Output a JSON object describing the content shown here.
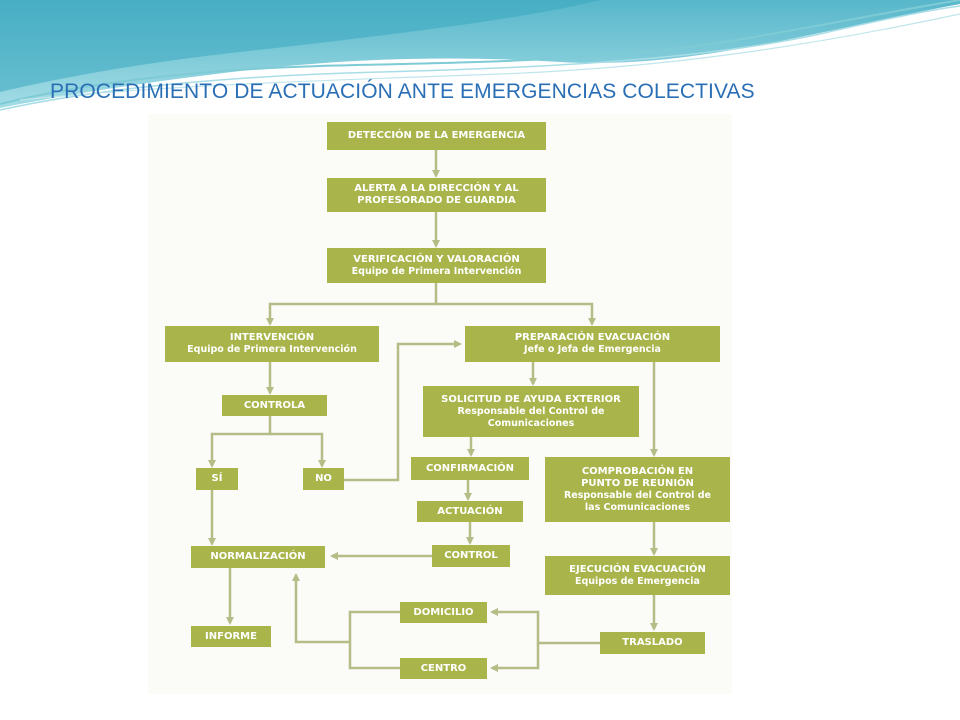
{
  "slide": {
    "title": "PROCEDIMIENTO DE ACTUACIÓN ANTE EMERGENCIAS COLECTIVAS",
    "colors": {
      "title": "#2a6fb5",
      "node_fill": "#a9b54b",
      "connector": "#b5bc86",
      "wave_primary": "#7ecbd6",
      "wave_secondary": "#a9dde6"
    }
  },
  "flowchart": {
    "nodes": {
      "deteccion": {
        "line1": "DETECCIÓN DE LA EMERGENCIA"
      },
      "alerta": {
        "line1": "ALERTA A LA DIRECCIÓN Y AL",
        "line2": "PROFESORADO DE GUARDIA"
      },
      "verificacion": {
        "line1": "VERIFICACIÓN Y VALORACIÓN",
        "line2": "Equipo de Primera Intervención"
      },
      "intervencion": {
        "line1": "INTERVENCIÓN",
        "line2": "Equipo de Primera Intervención"
      },
      "preparacion": {
        "line1": "PREPARACIÓN EVACUACIÓN",
        "line2": "Jefe o Jefa de Emergencia"
      },
      "controla": {
        "line1": "CONTROLA"
      },
      "solicitud": {
        "line1": "SOLICITUD DE AYUDA EXTERIOR",
        "line2": "Responsable del Control de",
        "line3": "Comunicaciones"
      },
      "si": {
        "line1": "SÍ"
      },
      "no": {
        "line1": "NO"
      },
      "confirmacion": {
        "line1": "CONFIRMACIÓN"
      },
      "comprobacion": {
        "line1": "COMPROBACIÓN EN",
        "line2": "PUNTO DE REUNIÓN",
        "line3": "Responsable del Control de",
        "line4": "las Comunicaciones"
      },
      "actuacion": {
        "line1": "ACTUACIÓN"
      },
      "normalizacion": {
        "line1": "NORMALIZACIÓN"
      },
      "control": {
        "line1": "CONTROL"
      },
      "ejecucion": {
        "line1": "EJECUCIÓN EVACUACIÓN",
        "line2": "Equipos de Emergencia"
      },
      "domicilio": {
        "line1": "DOMICILIO"
      },
      "informe": {
        "line1": "INFORME"
      },
      "traslado": {
        "line1": "TRASLADO"
      },
      "centro": {
        "line1": "CENTRO"
      }
    },
    "edges": [
      [
        "deteccion",
        "alerta"
      ],
      [
        "alerta",
        "verificacion"
      ],
      [
        "verificacion",
        "intervencion"
      ],
      [
        "verificacion",
        "preparacion"
      ],
      [
        "intervencion",
        "controla"
      ],
      [
        "controla",
        "si"
      ],
      [
        "controla",
        "no"
      ],
      [
        "no",
        "preparacion"
      ],
      [
        "si",
        "normalizacion"
      ],
      [
        "normalizacion",
        "informe"
      ],
      [
        "preparacion",
        "solicitud"
      ],
      [
        "preparacion",
        "comprobacion"
      ],
      [
        "solicitud",
        "confirmacion"
      ],
      [
        "confirmacion",
        "actuacion"
      ],
      [
        "actuacion",
        "control"
      ],
      [
        "control",
        "normalizacion"
      ],
      [
        "comprobacion",
        "ejecucion"
      ],
      [
        "ejecucion",
        "traslado"
      ],
      [
        "traslado",
        "domicilio"
      ],
      [
        "traslado",
        "centro"
      ],
      [
        "domicilio",
        "normalizacion"
      ],
      [
        "centro",
        "normalizacion"
      ]
    ]
  }
}
